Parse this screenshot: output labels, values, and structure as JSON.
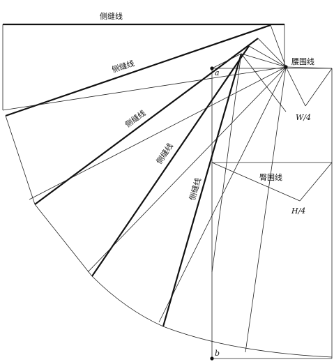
{
  "labels": {
    "side_seam": "侧缝线",
    "waistline": "腰围线",
    "hipline": "臀围线",
    "waist_quarter": "W/4",
    "hip_quarter": "H/4",
    "point_a": "a",
    "point_b": "b"
  }
}
